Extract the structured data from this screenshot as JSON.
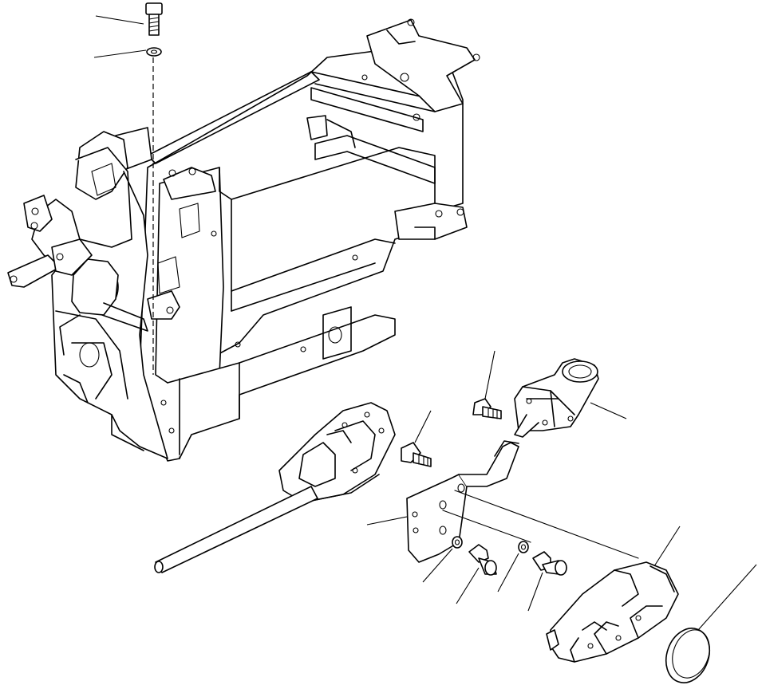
{
  "diagram": {
    "type": "exploded-parts-view",
    "line_color": "#000000",
    "background": "#ffffff"
  },
  "parts": [
    {
      "id": "bolt-top"
    },
    {
      "id": "washer-top"
    },
    {
      "id": "frame-assembly"
    },
    {
      "id": "control-lever-front-housing"
    },
    {
      "id": "control-rod"
    },
    {
      "id": "mounting-bracket"
    },
    {
      "id": "boot-cover"
    },
    {
      "id": "rear-cover"
    },
    {
      "id": "cap-plate"
    },
    {
      "id": "stud-bolt-upper"
    },
    {
      "id": "stud-bolt-lower"
    },
    {
      "id": "bolt-1"
    },
    {
      "id": "washer-1"
    },
    {
      "id": "bolt-2"
    },
    {
      "id": "washer-2"
    }
  ],
  "callouts": []
}
